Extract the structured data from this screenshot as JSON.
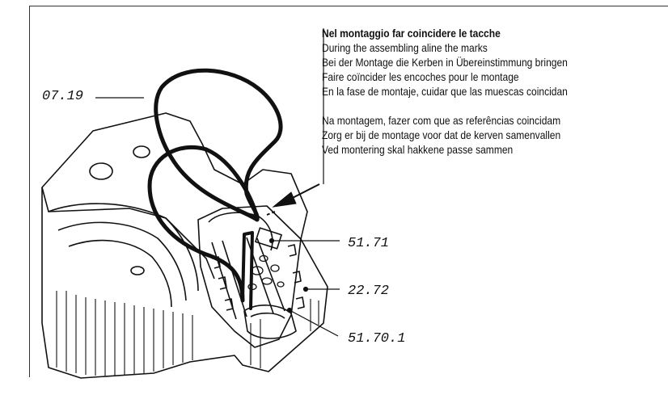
{
  "instructions": {
    "title": "Nel montaggio far coincidere le tacche",
    "lines_group1": [
      "During the assembling aline the marks",
      "Bei der Montage die Kerben in Übereinstimmung bringen",
      "Faire coïncider les encoches pour le montage",
      "En la fase de montaje, cuidar que las muescas coincidan"
    ],
    "lines_group2": [
      "Na montagem, fazer com que as referências coincidam",
      "Zorg er bij de montage voor dat de kerven samenvallen",
      "Ved montering skal hakkene passe sammen"
    ]
  },
  "callouts": {
    "spring": "07.19",
    "part_a": "51.71",
    "part_b": "22.72",
    "part_c": "51.70.1"
  }
}
